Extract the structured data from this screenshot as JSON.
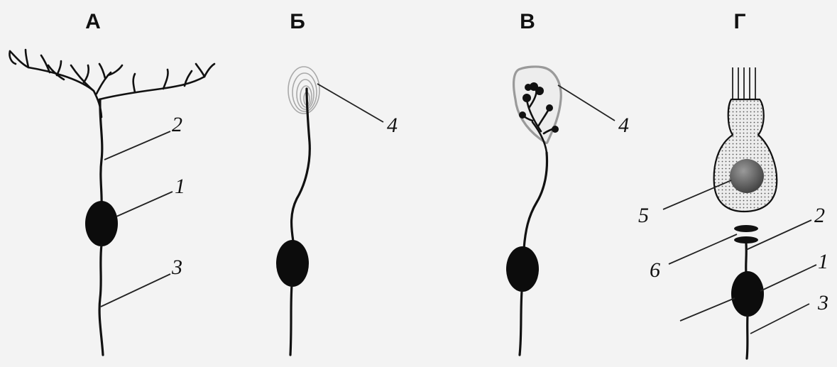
{
  "panels": [
    {
      "letter": "А",
      "labels": [
        "1",
        "2",
        "3"
      ]
    },
    {
      "letter": "Б",
      "labels": [
        "4"
      ]
    },
    {
      "letter": "В",
      "labels": [
        "4"
      ]
    },
    {
      "letter": "Г",
      "labels": [
        "1",
        "2",
        "3",
        "5",
        "6"
      ]
    }
  ],
  "colors": {
    "background": "#f3f3f3",
    "ink": "#111111",
    "capsule": "#b0b0b0",
    "receptor_cell_fill": "#e6e6e6",
    "nucleus": "#6d6d6d"
  }
}
